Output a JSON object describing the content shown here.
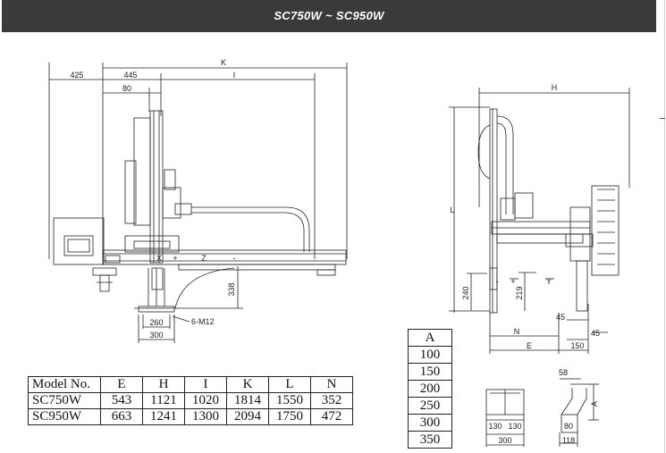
{
  "header": {
    "title": "SC750W ~ SC950W"
  },
  "front_view": {
    "dims": {
      "k": "K",
      "i": "I",
      "d425": "425",
      "d445": "445",
      "d80": "80",
      "d338": "338",
      "d260": "260",
      "d300": "300",
      "bolts": "6-M12"
    },
    "axis_marks": {
      "x": "X",
      "z": "Z",
      "plus": "+",
      "minus": "-"
    }
  },
  "side_view": {
    "dims": {
      "h": "H",
      "l": "L",
      "d240": "240",
      "d219": "219",
      "d45a": "45",
      "d45b": "45",
      "n": "N",
      "e": "E",
      "d150": "150",
      "y": "Y",
      "plus": "+",
      "minus": "-"
    }
  },
  "spec_table": {
    "headers": [
      "Model No.",
      "E",
      "H",
      "I",
      "K",
      "L",
      "N"
    ],
    "rows": [
      [
        "SC750W",
        "543",
        "1121",
        "1020",
        "1814",
        "1550",
        "352"
      ],
      [
        "SC950W",
        "663",
        "1241",
        "1300",
        "2094",
        "1750",
        "472"
      ]
    ]
  },
  "a_table": {
    "header": "A",
    "values": [
      "100",
      "150",
      "200",
      "250",
      "300",
      "350"
    ]
  },
  "mini_views": {
    "left": {
      "d130a": "130",
      "d130b": "130",
      "d300": "300"
    },
    "right": {
      "d58": "58",
      "d80": "80",
      "d118": "118",
      "a": "A"
    }
  }
}
